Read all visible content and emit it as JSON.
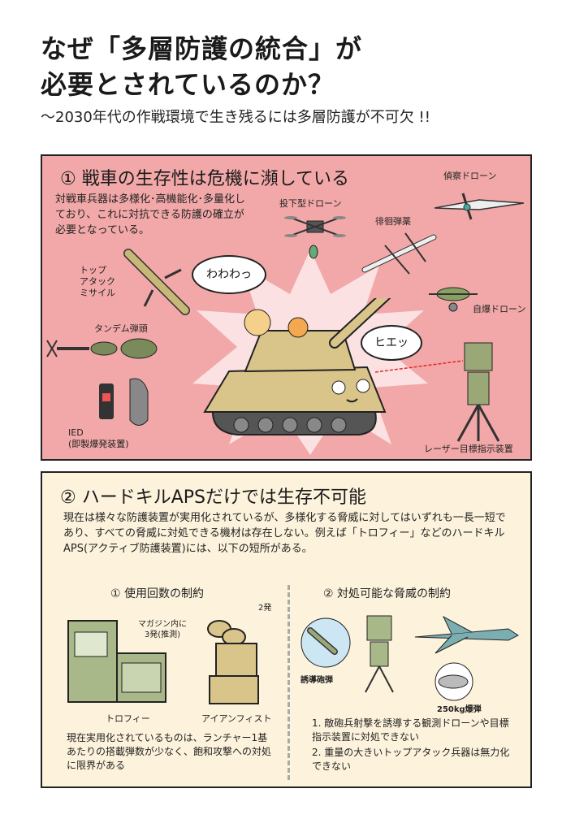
{
  "header": {
    "title_line1": "なぜ「多層防護の統合」が",
    "title_line2": "必要とされているのか？",
    "subtitle": "～2030年代の作戦環境で生き残るには多層防護が不可欠 !!"
  },
  "panel1": {
    "heading": "① 戦車の生存性は危機に瀕している",
    "body": "対戦車兵器は多様化･高機能化･多量化しており、これに対抗できる防護の確立が必要となっている。",
    "labels": {
      "recon_drone": "偵察ドローン",
      "drop_drone": "投下型ドローン",
      "loitering": "徘徊弾薬",
      "top_attack": "トップ\nアタック\nミサイル",
      "tandem": "タンデム弾頭",
      "kamikaze": "自爆ドローン",
      "ied": "IED\n(即製爆発装置)",
      "laser": "レーザー目標指示装置"
    },
    "bubble_left": "わわわっ",
    "bubble_right": "ヒエッ"
  },
  "panel2": {
    "heading": "② ハードキルAPSだけでは生存不可能",
    "body": "現在は様々な防護装置が実用化されているが、多様化する脅威に対してはいずれも一長一短であり、すべての脅威に対処できる機材は存在しない。例えば「トロフィー」などのハードキルAPS(アクティブ防護装置)には、以下の短所がある。",
    "left": {
      "heading": "① 使用回数の制約",
      "magazine": "マガジン内に\n3発(推測)",
      "two_rounds": "2発",
      "trophy": "トロフィー",
      "ironfist": "アイアンフィスト",
      "note": "現在実用化されているものは、ランチャー1基あたりの搭載弾数が少なく、飽和攻撃への対処に限界がある"
    },
    "right": {
      "heading": "② 対処可能な脅威の制約",
      "guided_shell": "誘導砲弾",
      "bomb": "250kg爆弾",
      "note1": "1. 敵砲兵射撃を誘導する観測ドローンや目標指示装置に対処できない",
      "note2": "2. 重量の大きいトップアタック兵器は無力化できない"
    }
  },
  "colors": {
    "panel1_bg": "#f2a8a8",
    "panel2_bg": "#fdf3dc",
    "tank": "#d9c48a",
    "equipment": "#a8b888"
  }
}
